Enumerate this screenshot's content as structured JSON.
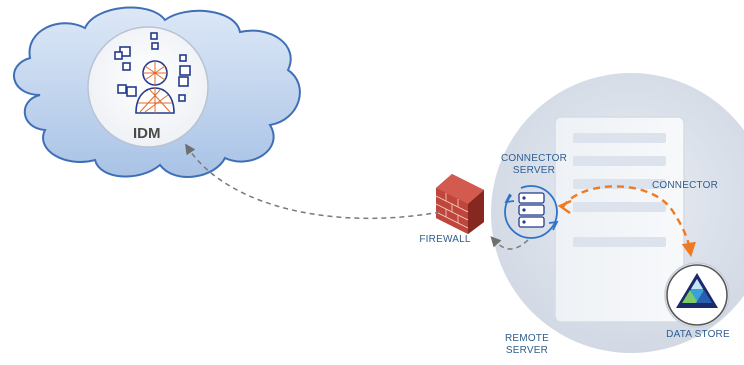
{
  "labels": {
    "idm": "IDM",
    "firewall": "FIREWALL",
    "connector_server": [
      "CONNECTOR",
      "SERVER"
    ],
    "connector": "CONNECTOR",
    "data_store": "DATA STORE",
    "remote_server": [
      "REMOTE",
      "SERVER"
    ]
  },
  "colors": {
    "cloud_fill": "#c3d6ef",
    "cloud_stroke": "#3f6fb5",
    "label_blue": "#2f5d8e",
    "icon_navy": "#233b8c",
    "icon_orange": "#e26b2a",
    "connector_orange": "#f07a20",
    "firewall_red": "#b23a2e",
    "dashed_gray": "#7a7a7a"
  },
  "icons": [
    "cloud-icon",
    "idm-person-network-icon",
    "firewall-brick-icon",
    "server-tower-icon",
    "connector-server-icon",
    "data-store-icon"
  ]
}
